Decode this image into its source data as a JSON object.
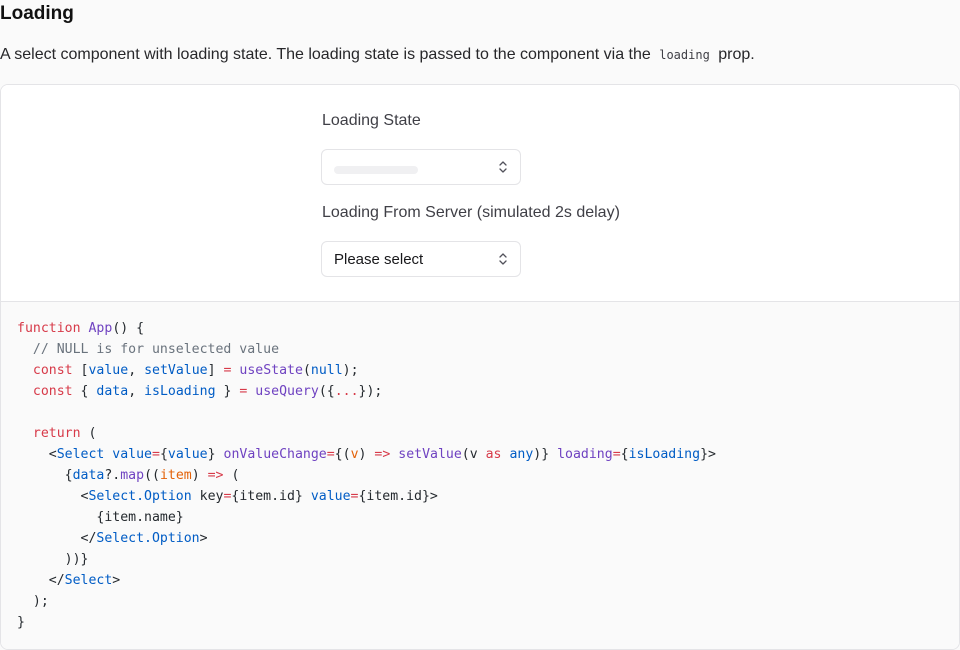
{
  "section": {
    "title": "Loading",
    "description_before": "A select component with loading state. The loading state is passed to the component via the",
    "description_code": "loading",
    "description_after": "prop."
  },
  "demo": {
    "loading_state_label": "Loading State",
    "server_label": "Loading From Server (simulated 2s delay)",
    "server_select_value": "Please select"
  },
  "icons": {
    "select_chevrons": "chevrons-up-down-icon"
  },
  "code_lines": [
    "function App() {",
    "  // NULL is for unselected value",
    "  const [value, setValue] = useState(null);",
    "  const { data, isLoading } = useQuery({...});",
    "",
    "  return (",
    "    <Select value={value} onValueChange={(v) => setValue(v as any)} loading={isLoading}>",
    "      {data?.map((item) => (",
    "        <Select.Option key={item.id} value={item.id}>",
    "          {item.name}",
    "        </Select.Option>",
    "      ))}",
    "    </Select>",
    "  );",
    "}"
  ]
}
